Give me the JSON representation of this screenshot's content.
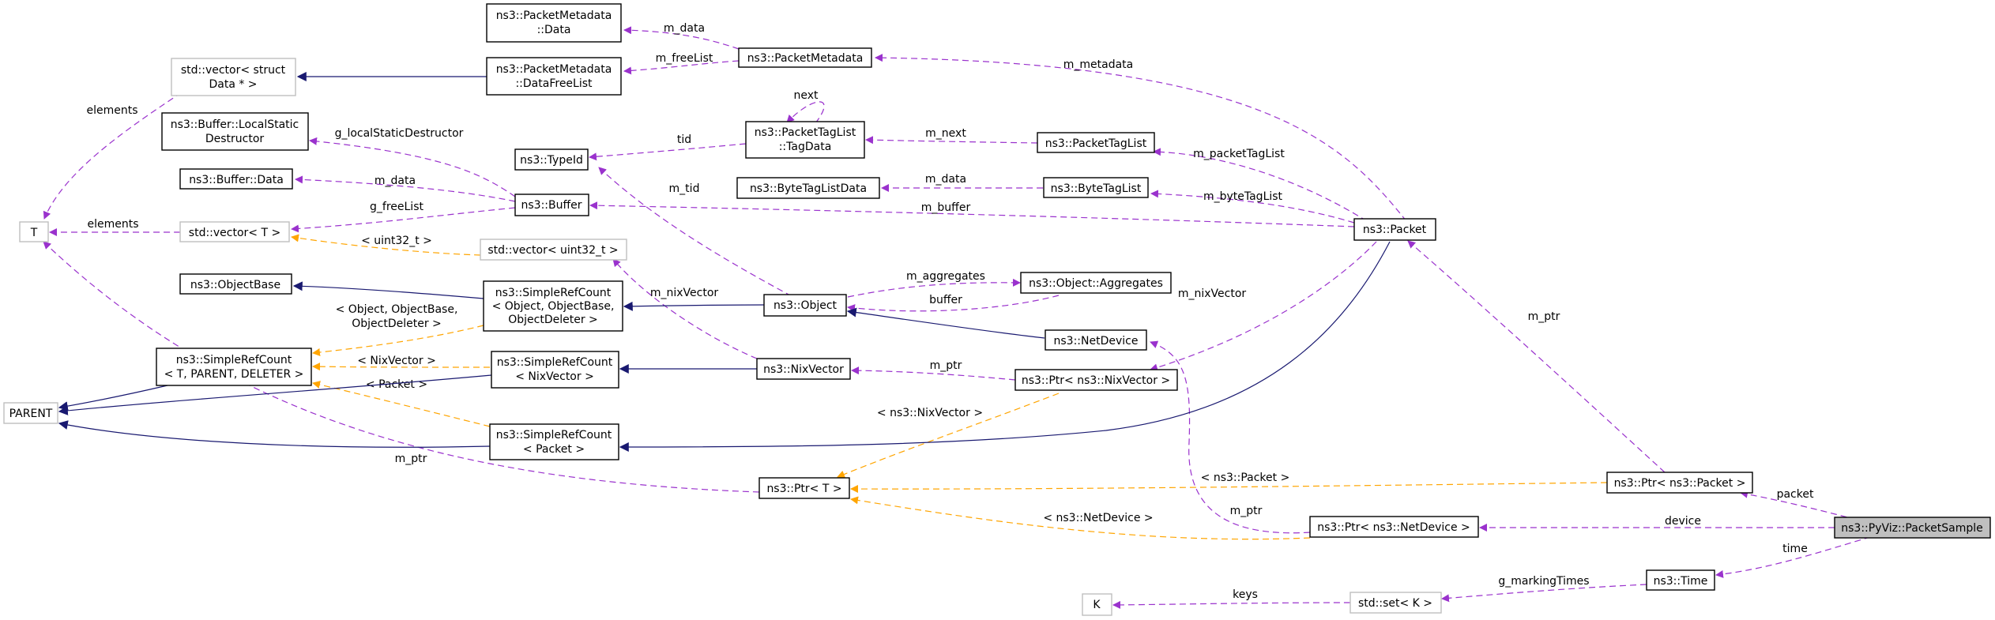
{
  "colors": {
    "usage": "#9a32cd",
    "template": "#ffa500",
    "inheritance": "#191970",
    "focus_fill": "#bfbfbf",
    "grey_border": "#bfbfbf"
  },
  "nodes": {
    "pm_data": [
      "ns3::PacketMetadata",
      "::Data"
    ],
    "pm_dfl": [
      "ns3::PacketMetadata",
      "::DataFreeList"
    ],
    "pm": [
      "ns3::PacketMetadata"
    ],
    "vec_struct": [
      "std::vector< struct",
      "Data * >"
    ],
    "buf_lsd": [
      "ns3::Buffer::LocalStatic",
      "Destructor"
    ],
    "typeid": [
      "ns3::TypeId"
    ],
    "ptl_tagdata": [
      "ns3::PacketTagList",
      "::TagData"
    ],
    "ptl": [
      "ns3::PacketTagList"
    ],
    "buf_data": [
      "ns3::Buffer::Data"
    ],
    "btl_data": [
      "ns3::ByteTagListData"
    ],
    "btl": [
      "ns3::ByteTagList"
    ],
    "buffer": [
      "ns3::Buffer"
    ],
    "T": [
      "T"
    ],
    "vec_T": [
      "std::vector< T >"
    ],
    "vec_u32": [
      "std::vector< uint32_t >"
    ],
    "packet": [
      "ns3::Packet"
    ],
    "objbase": [
      "ns3::ObjectBase"
    ],
    "src_obj": [
      "ns3::SimpleRefCount",
      "< Object, ObjectBase,",
      "ObjectDeleter >"
    ],
    "object": [
      "ns3::Object"
    ],
    "aggregates": [
      "ns3::Object::Aggregates"
    ],
    "netdevice": [
      "ns3::NetDevice"
    ],
    "src_tpd": [
      "ns3::SimpleRefCount",
      "< T, PARENT, DELETER >"
    ],
    "src_nix": [
      "ns3::SimpleRefCount",
      "< NixVector >"
    ],
    "nixvector": [
      "ns3::NixVector"
    ],
    "ptr_nix": [
      "ns3::Ptr< ns3::NixVector >"
    ],
    "PARENT": [
      "PARENT"
    ],
    "src_pkt": [
      "ns3::SimpleRefCount",
      "< Packet >"
    ],
    "ptr_T": [
      "ns3::Ptr< T >"
    ],
    "ptr_pkt": [
      "ns3::Ptr< ns3::Packet >"
    ],
    "ptr_nd": [
      "ns3::Ptr< ns3::NetDevice >"
    ],
    "sample": [
      "ns3::PyViz::PacketSample"
    ],
    "time": [
      "ns3::Time"
    ],
    "K": [
      "K"
    ],
    "set_K": [
      "std::set< K >"
    ]
  },
  "edge_labels": {
    "pm_data": "m_data",
    "pm_freelist": "m_freeList",
    "m_metadata": "m_metadata",
    "vec_elements": "elements",
    "g_lsd": "g_localStaticDestructor",
    "tid": "tid",
    "next": "next",
    "m_next": "m_next",
    "m_packetTagList": "m_packetTagList",
    "buf_m_data": "m_data",
    "btl_m_data": "m_data",
    "m_byteTagList": "m_byteTagList",
    "m_tid": "m_tid",
    "m_buffer": "m_buffer",
    "g_freeList": "g_freeList",
    "vecT_elements": "elements",
    "uint32": "< uint32_t >",
    "m_aggregates": "m_aggregates",
    "buffer": "buffer",
    "m_nixVector_obj": "m_nixVector",
    "m_nixVector_pkt": "m_nixVector",
    "obj_tmpl": "< Object, ObjectBase,",
    "obj_tmpl2": "ObjectDeleter >",
    "nix_tmpl": "< NixVector >",
    "pkt_tmpl": "< Packet >",
    "m_ptr_nix": "m_ptr",
    "ptr_nix_tmpl": "< ns3::NixVector >",
    "m_ptr_T": "m_ptr",
    "ptr_pkt_tmpl": "< ns3::Packet >",
    "m_ptr_pkt": "m_ptr",
    "ptr_nd_tmpl": "< ns3::NetDevice >",
    "m_ptr_nd": "m_ptr",
    "packet": "packet",
    "device": "device",
    "time": "time",
    "g_markingTimes": "g_markingTimes",
    "keys": "keys"
  }
}
